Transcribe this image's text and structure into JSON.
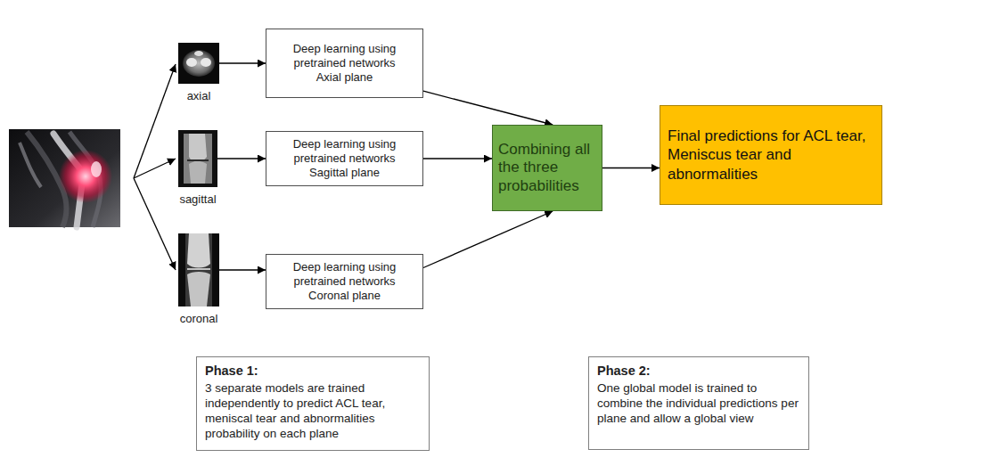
{
  "diagram": {
    "nodes": [
      {
        "text": [
          "axial"
        ]
      },
      {
        "text": [
          "Deep learning using pretrained networks",
          "Axial plane"
        ]
      },
      {
        "text": [
          "sagittal"
        ]
      },
      {
        "text": [
          "Deep learning using pretrained networks",
          "Sagittal plane"
        ]
      },
      {
        "text": [
          "coronal"
        ]
      },
      {
        "text": [
          "Deep learning using pretrained networks",
          "Coronal plane"
        ]
      },
      {
        "text": [
          "Combining all the three probabilities"
        ]
      },
      {
        "text": [
          "Final predictions for ACL tear, Meniscus tear and abnormalities"
        ]
      },
      {
        "text": [
          "Phase 1:",
          "3 separate models are trained independently to predict ACL tear, meniscal tear and abnormalities probability on each plane"
        ]
      },
      {
        "text": [
          "Phase 2:",
          "One global model is trained to combine the individual predictions per plane and allow a global view"
        ]
      }
    ],
    "edges": [
      {
        "from": 0,
        "to": 1,
        "arrow": "to"
      },
      {
        "from": 2,
        "to": 3,
        "arrow": "to"
      },
      {
        "from": 4,
        "to": 5,
        "arrow": "to"
      },
      {
        "from": 1,
        "to": 6,
        "arrow": "to"
      },
      {
        "from": 3,
        "to": 6,
        "arrow": "to"
      },
      {
        "from": 5,
        "to": 6,
        "arrow": "to"
      },
      {
        "from": 6,
        "to": 7,
        "arrow": "to"
      }
    ]
  }
}
